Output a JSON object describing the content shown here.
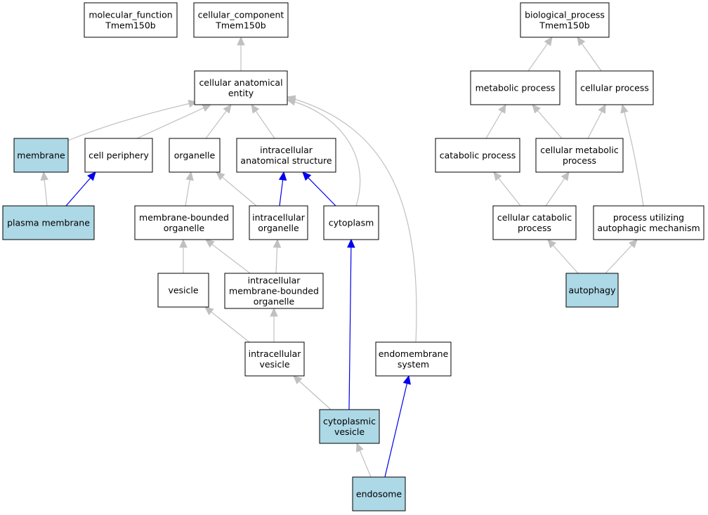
{
  "colors": {
    "background": "#ffffff",
    "node_plain": "#ffffff",
    "node_highlight": "#add8e6",
    "node_border": "#000000",
    "edge_gray": "#c0c0c0",
    "edge_blue": "#0000ee"
  },
  "nodes": {
    "molecular_function": {
      "lines": [
        "molecular_function",
        "Tmem150b"
      ],
      "highlight": false
    },
    "cellular_component": {
      "lines": [
        "cellular_component",
        "Tmem150b"
      ],
      "highlight": false
    },
    "biological_process": {
      "lines": [
        "biological_process",
        "Tmem150b"
      ],
      "highlight": false
    },
    "cellular_anatomical_entity": {
      "lines": [
        "cellular anatomical",
        "entity"
      ],
      "highlight": false
    },
    "metabolic_process": {
      "lines": [
        "metabolic process"
      ],
      "highlight": false
    },
    "cellular_process": {
      "lines": [
        "cellular process"
      ],
      "highlight": false
    },
    "membrane": {
      "lines": [
        "membrane"
      ],
      "highlight": true
    },
    "cell_periphery": {
      "lines": [
        "cell periphery"
      ],
      "highlight": false
    },
    "organelle": {
      "lines": [
        "organelle"
      ],
      "highlight": false
    },
    "intracellular_anatomical_structure": {
      "lines": [
        "intracellular",
        "anatomical structure"
      ],
      "highlight": false
    },
    "catabolic_process": {
      "lines": [
        "catabolic process"
      ],
      "highlight": false
    },
    "cellular_metabolic_process": {
      "lines": [
        "cellular metabolic",
        "process"
      ],
      "highlight": false
    },
    "plasma_membrane": {
      "lines": [
        "plasma membrane"
      ],
      "highlight": true
    },
    "membrane_bounded_organelle": {
      "lines": [
        "membrane-bounded",
        "organelle"
      ],
      "highlight": false
    },
    "intracellular_organelle": {
      "lines": [
        "intracellular",
        "organelle"
      ],
      "highlight": false
    },
    "cytoplasm": {
      "lines": [
        "cytoplasm"
      ],
      "highlight": false
    },
    "cellular_catabolic_process": {
      "lines": [
        "cellular catabolic",
        "process"
      ],
      "highlight": false
    },
    "process_utilizing_autophagic_mechanism": {
      "lines": [
        "process utilizing",
        "autophagic mechanism"
      ],
      "highlight": false
    },
    "vesicle": {
      "lines": [
        "vesicle"
      ],
      "highlight": false
    },
    "intracellular_membrane_bounded_organelle": {
      "lines": [
        "intracellular",
        "membrane-bounded",
        "organelle"
      ],
      "highlight": false
    },
    "autophagy": {
      "lines": [
        "autophagy"
      ],
      "highlight": true
    },
    "intracellular_vesicle": {
      "lines": [
        "intracellular",
        "vesicle"
      ],
      "highlight": false
    },
    "endomembrane_system": {
      "lines": [
        "endomembrane",
        "system"
      ],
      "highlight": false
    },
    "cytoplasmic_vesicle": {
      "lines": [
        "cytoplasmic",
        "vesicle"
      ],
      "highlight": true
    },
    "endosome": {
      "lines": [
        "endosome"
      ],
      "highlight": true
    }
  },
  "edges": [
    {
      "from": "cellular_anatomical_entity",
      "to": "cellular_component",
      "color": "gray"
    },
    {
      "from": "metabolic_process",
      "to": "biological_process",
      "color": "gray"
    },
    {
      "from": "cellular_process",
      "to": "biological_process",
      "color": "gray"
    },
    {
      "from": "membrane",
      "to": "cellular_anatomical_entity",
      "color": "gray"
    },
    {
      "from": "cell_periphery",
      "to": "cellular_anatomical_entity",
      "color": "gray"
    },
    {
      "from": "organelle",
      "to": "cellular_anatomical_entity",
      "color": "gray"
    },
    {
      "from": "intracellular_anatomical_structure",
      "to": "cellular_anatomical_entity",
      "color": "gray"
    },
    {
      "from": "cytoplasm",
      "to": "cellular_anatomical_entity",
      "color": "gray"
    },
    {
      "from": "endomembrane_system",
      "to": "cellular_anatomical_entity",
      "color": "gray"
    },
    {
      "from": "catabolic_process",
      "to": "metabolic_process",
      "color": "gray"
    },
    {
      "from": "cellular_metabolic_process",
      "to": "metabolic_process",
      "color": "gray"
    },
    {
      "from": "cellular_metabolic_process",
      "to": "cellular_process",
      "color": "gray"
    },
    {
      "from": "process_utilizing_autophagic_mechanism",
      "to": "cellular_process",
      "color": "gray"
    },
    {
      "from": "plasma_membrane",
      "to": "membrane",
      "color": "gray"
    },
    {
      "from": "plasma_membrane",
      "to": "cell_periphery",
      "color": "blue"
    },
    {
      "from": "membrane_bounded_organelle",
      "to": "organelle",
      "color": "gray"
    },
    {
      "from": "intracellular_organelle",
      "to": "organelle",
      "color": "gray"
    },
    {
      "from": "intracellular_organelle",
      "to": "intracellular_anatomical_structure",
      "color": "blue"
    },
    {
      "from": "cytoplasm",
      "to": "intracellular_anatomical_structure",
      "color": "blue"
    },
    {
      "from": "cellular_catabolic_process",
      "to": "catabolic_process",
      "color": "gray"
    },
    {
      "from": "cellular_catabolic_process",
      "to": "cellular_metabolic_process",
      "color": "gray"
    },
    {
      "from": "vesicle",
      "to": "membrane_bounded_organelle",
      "color": "gray"
    },
    {
      "from": "intracellular_membrane_bounded_organelle",
      "to": "membrane_bounded_organelle",
      "color": "gray"
    },
    {
      "from": "intracellular_membrane_bounded_organelle",
      "to": "intracellular_organelle",
      "color": "gray"
    },
    {
      "from": "autophagy",
      "to": "cellular_catabolic_process",
      "color": "gray"
    },
    {
      "from": "autophagy",
      "to": "process_utilizing_autophagic_mechanism",
      "color": "gray"
    },
    {
      "from": "intracellular_vesicle",
      "to": "vesicle",
      "color": "gray"
    },
    {
      "from": "intracellular_vesicle",
      "to": "intracellular_membrane_bounded_organelle",
      "color": "gray"
    },
    {
      "from": "cytoplasmic_vesicle",
      "to": "intracellular_vesicle",
      "color": "gray"
    },
    {
      "from": "cytoplasmic_vesicle",
      "to": "cytoplasm",
      "color": "blue"
    },
    {
      "from": "endosome",
      "to": "cytoplasmic_vesicle",
      "color": "gray"
    },
    {
      "from": "endosome",
      "to": "endomembrane_system",
      "color": "blue"
    }
  ]
}
